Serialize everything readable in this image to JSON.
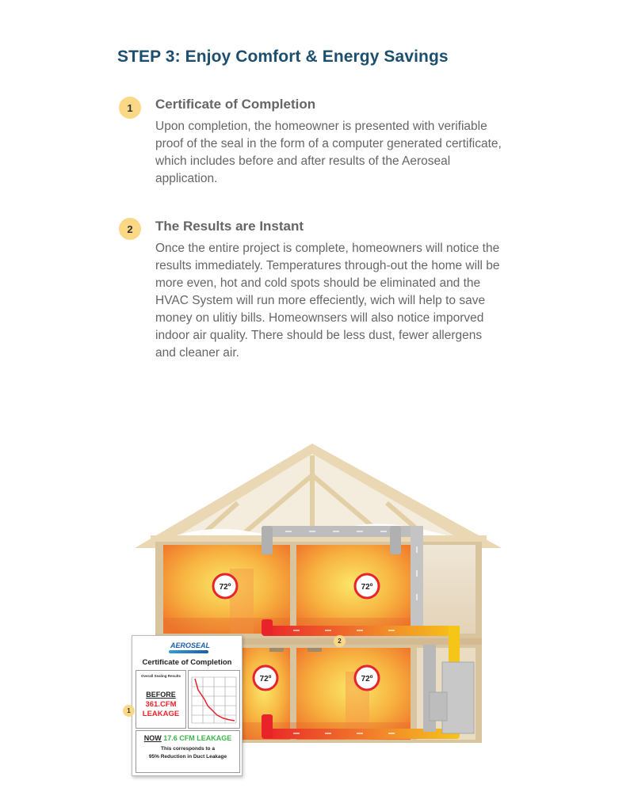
{
  "title": "STEP 3: Enjoy Comfort & Energy Savings",
  "steps": [
    {
      "number": "1",
      "heading": "Certificate of Completion",
      "body": "Upon completion, the homeowner is presented with verifiable proof of the seal in the form of a computer generated certificate, which includes before and after results of the Aeroseal application."
    },
    {
      "number": "2",
      "heading": "The Results are Instant",
      "body": "Once the entire project is complete, homeowners will notice the results immediately. Temperatures through-out the home will be more even, hot and cold spots should be eliminated and the HVAC System will run more effeciently, wich will help to save money on ulitiy bills. Homeownsers will also notice imporved indoor air quality. There should be less dust, fewer allergens and cleaner air."
    }
  ],
  "illustration": {
    "room_temps": [
      "72º",
      "72º",
      "72º",
      "72º"
    ],
    "markers": [
      "1",
      "2"
    ],
    "colors": {
      "warm_center": "#fbe86a",
      "warm_edge": "#f07a2c",
      "duct_hot": "#e8232a",
      "duct_cool": "#f5c518",
      "roof": "#ead7b3"
    }
  },
  "certificate": {
    "logo": "AEROSEAL",
    "title": "Certificate of Completion",
    "results_label": "Overall Sealing Results",
    "before_label": "BEFORE",
    "before_value": "361.CFM",
    "before_unit": "LEAKAGE",
    "now_label": "NOW",
    "now_value": "17.6 CFM LEAKAGE",
    "note_line1": "This corresponds to a",
    "note_line2": "95% Reduction in Duct Leakage"
  }
}
